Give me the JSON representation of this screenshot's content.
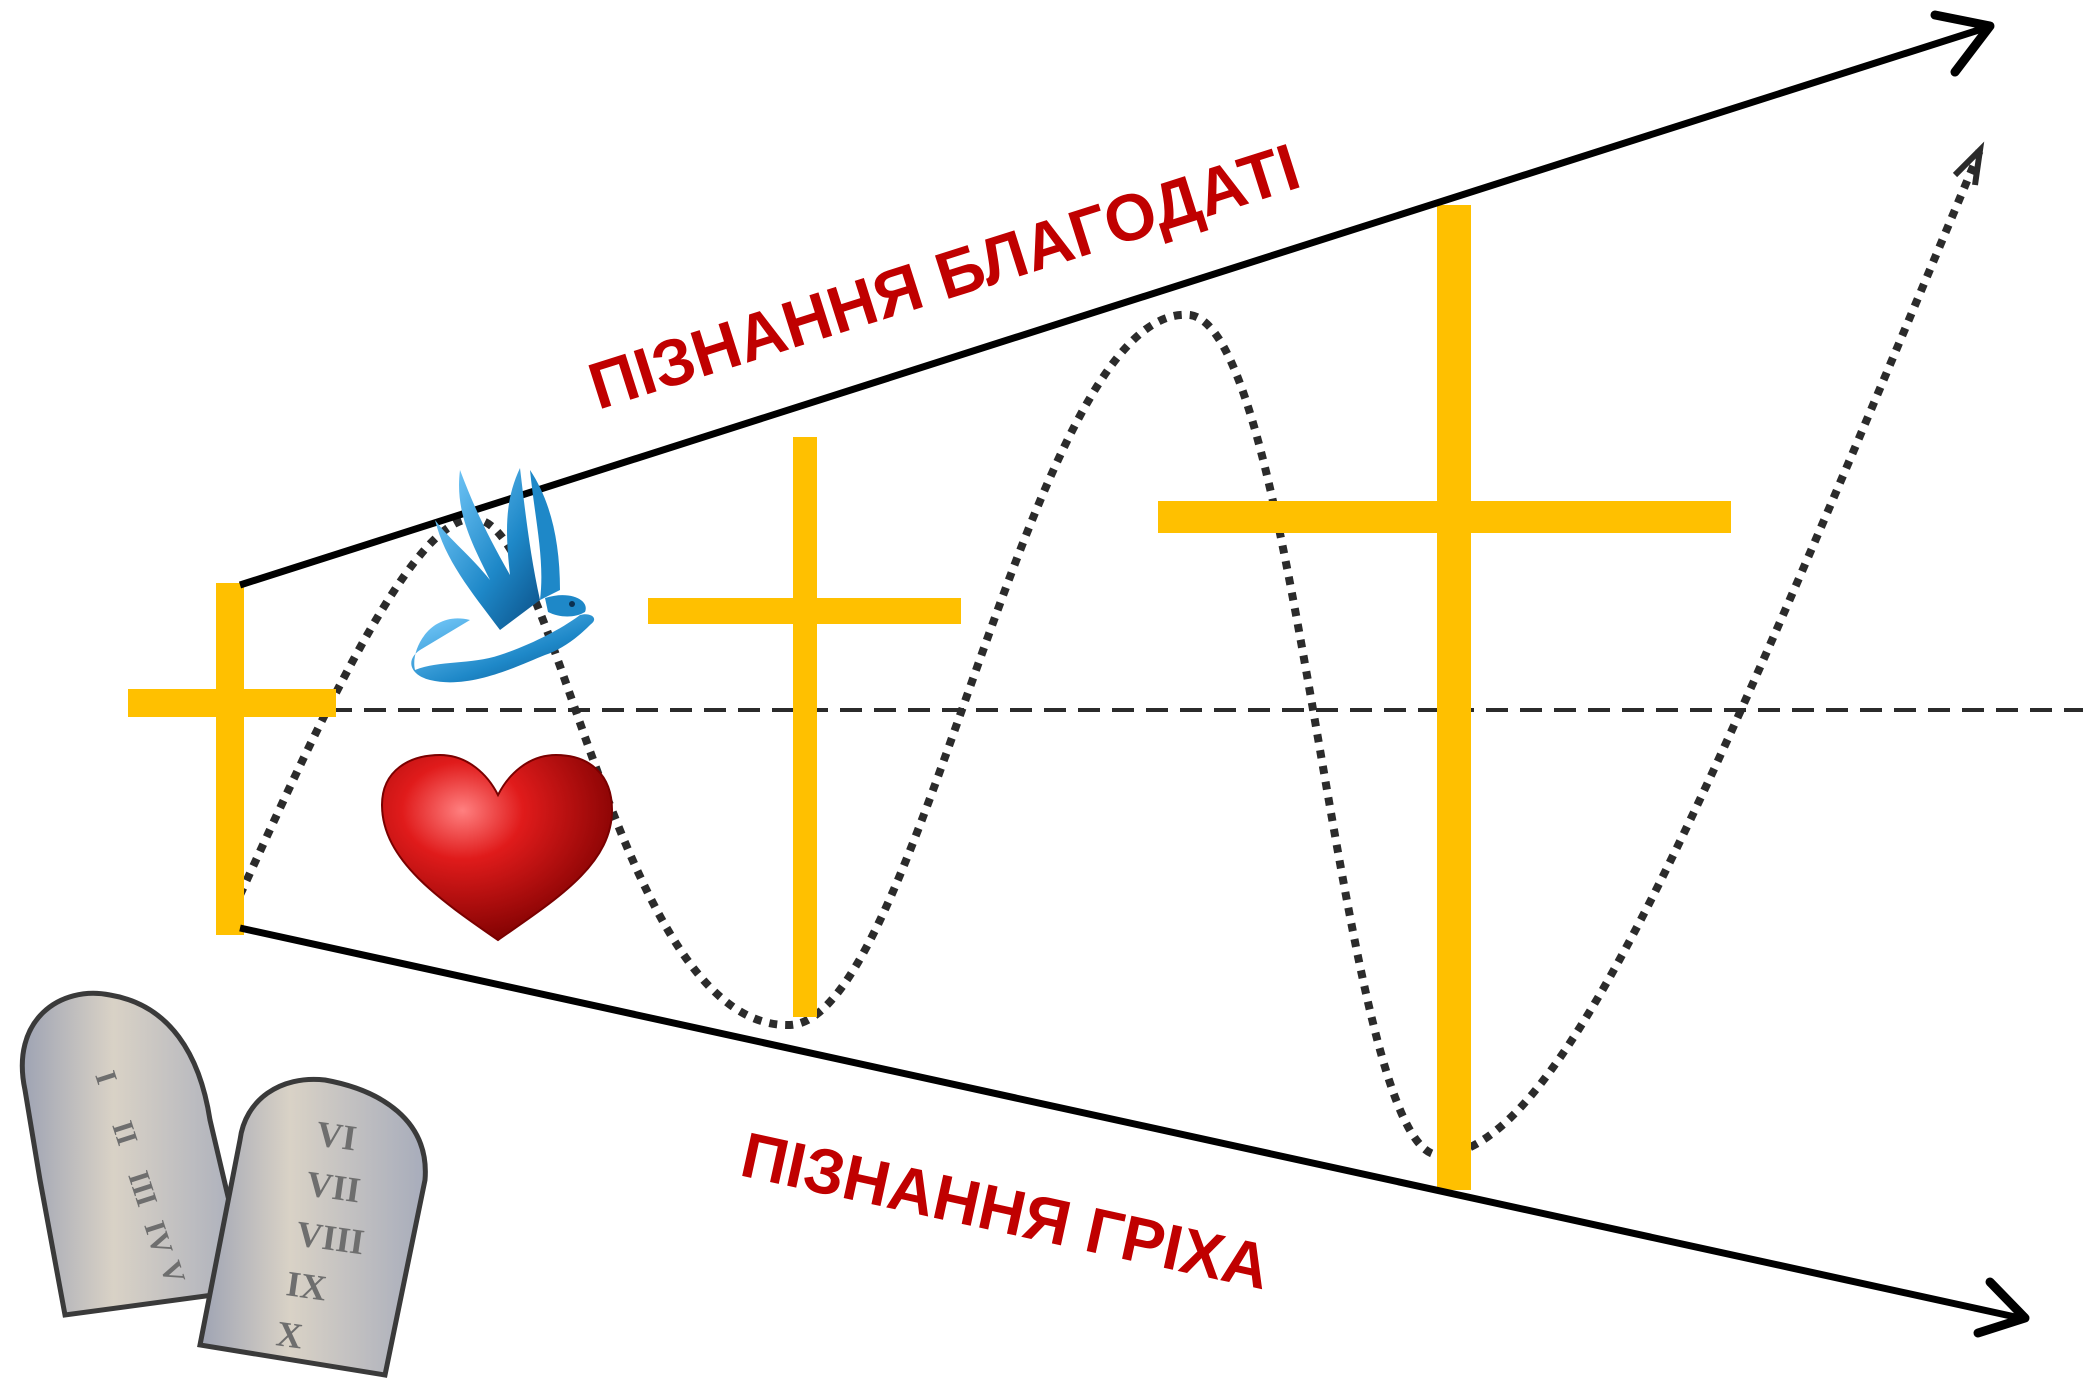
{
  "labels": {
    "grace": "ПІЗНАННЯ БЛАГОДАТІ",
    "sin": "ПІЗНАННЯ ГРІХА"
  },
  "tablets": {
    "left": [
      "I",
      "II",
      "III",
      "IV",
      "V"
    ],
    "right": [
      "VI",
      "VII",
      "VIII",
      "IX",
      "X"
    ]
  },
  "icons": [
    "cross-icon",
    "dove-icon",
    "heart-icon",
    "tablets-icon"
  ],
  "colors": {
    "cross": "#ffc000",
    "label": "#c00000",
    "arrow": "#000000",
    "dotted_wave": "#2b2b2b",
    "dove": "#1e88c8",
    "heart": "#cc1111",
    "tablet": "#c9ccd6"
  }
}
